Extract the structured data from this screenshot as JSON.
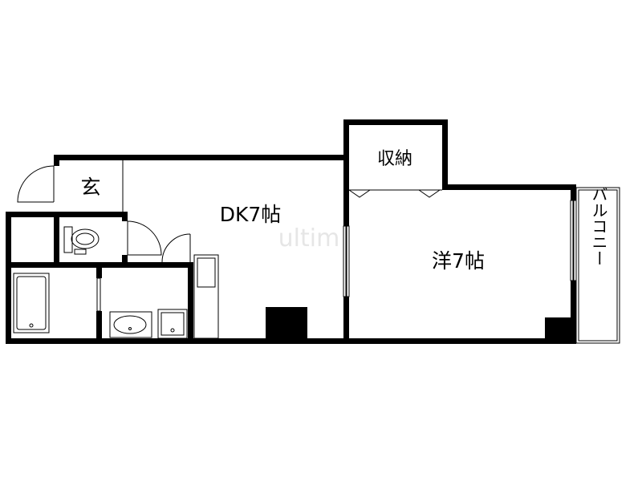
{
  "rooms": {
    "entrance": "玄",
    "storage": "収納",
    "dining_kitchen": "DK7帖",
    "western_room": "洋7帖",
    "balcony": "バルコニー"
  },
  "watermark": "ultim"
}
